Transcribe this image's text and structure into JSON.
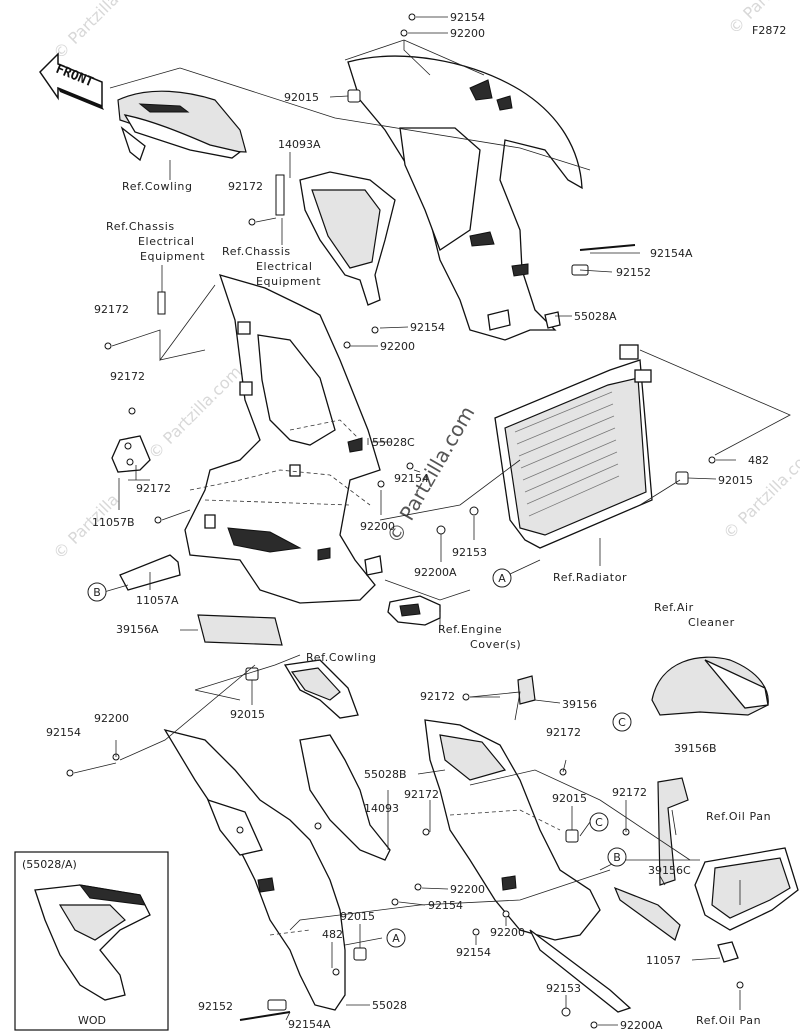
{
  "figure_code": "F2872",
  "front_label": "FRONT",
  "watermarks": [
    "© Partzilla.com",
    "© Partzilla",
    "© Partzilla.com",
    "© Partzilla",
    "© Partzilla.com"
  ],
  "inset_label": "(55028/A)",
  "inset_footer": "WOD",
  "callouts": [
    "A",
    "B",
    "C",
    "A",
    "B",
    "C",
    "A"
  ],
  "labels": {
    "l_92154_top": "92154",
    "l_92200_top": "92200",
    "l_92015_top": "92015",
    "l_14093A": "14093A",
    "l_92172_a": "92172",
    "l_92154A_r": "92154A",
    "l_92152_r": "92152",
    "l_55028A": "55028A",
    "l_92172_b": "92172",
    "l_92154_mid": "92154",
    "l_92200_mid": "92200",
    "l_92172_c": "92172",
    "l_55028C": "55028C",
    "l_482_r": "482",
    "l_92015_r": "92015",
    "l_92172_d": "92172",
    "l_92154_mid2": "92154",
    "l_11057B": "11057B",
    "l_92200_mid2": "92200",
    "l_92153_mid": "92153",
    "l_92200A_mid": "92200A",
    "l_11057A": "11057A",
    "l_39156A": "39156A",
    "l_92172_e": "92172",
    "l_39156": "39156",
    "l_92015_m": "92015",
    "l_92154_l": "92154",
    "l_92200_l": "92200",
    "l_55028B": "55028B",
    "l_92172_f": "92172",
    "l_14093": "14093",
    "l_92172_g": "92172",
    "l_92015_b": "92015",
    "l_92172_h": "92172",
    "l_39156B": "39156B",
    "l_39156C": "39156C",
    "l_92200_b": "92200",
    "l_92154_b": "92154",
    "l_92015_c": "92015",
    "l_482_b": "482",
    "l_92154_b2": "92154",
    "l_92200_b2": "92200",
    "l_92153_b": "92153",
    "l_92200A_b": "92200A",
    "l_11057": "11057",
    "l_92152_b": "92152",
    "l_92154A_b": "92154A",
    "l_55028": "55028"
  },
  "refs": {
    "cowling_top": "Ref.Cowling",
    "chassis_left_1": "Ref.Chassis",
    "chassis_left_2": "Electrical",
    "chassis_left_3": "Equipment",
    "chassis_mid_1": "Ref.Chassis",
    "chassis_mid_2": "Electrical",
    "chassis_mid_3": "Equipment",
    "radiator": "Ref.Radiator",
    "engine_1": "Ref.Engine",
    "engine_2": "Cover(s)",
    "air_1": "Ref.Air",
    "air_2": "Cleaner",
    "cowling_mid": "Ref.Cowling",
    "oilpan_top": "Ref.Oil Pan",
    "oilpan_bottom": "Ref.Oil Pan"
  }
}
